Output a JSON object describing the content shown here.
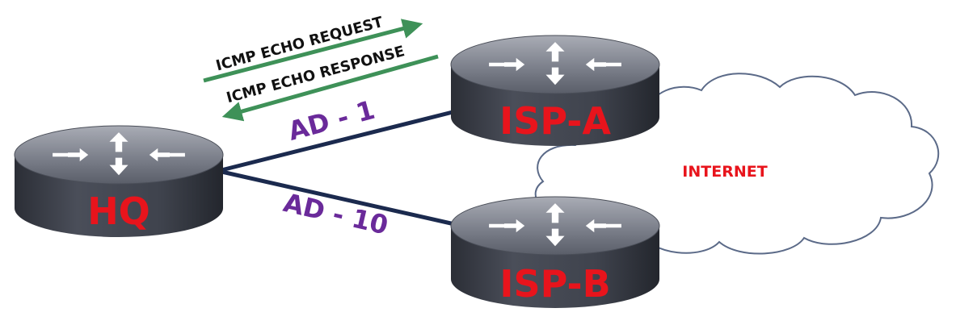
{
  "routers": {
    "hq": {
      "label": "HQ"
    },
    "isp_a": {
      "label": "ISP-A"
    },
    "isp_b": {
      "label": "ISP-B"
    }
  },
  "cloud": {
    "label": "INTERNET"
  },
  "links": {
    "a": {
      "label": "AD - 1"
    },
    "b": {
      "label": "AD - 10"
    }
  },
  "icmp": {
    "request": "ICMP ECHO REQUEST",
    "response": "ICMP ECHO RESPONSE"
  },
  "colors": {
    "router_label": "#e8141c",
    "link": "#1b2a4e",
    "ad_label": "#6a2a9a",
    "arrow": "#3e9158",
    "cloud_stroke": "#5b6a88",
    "cloud_fill": "#ffffff",
    "icmp_text": "#111111"
  }
}
